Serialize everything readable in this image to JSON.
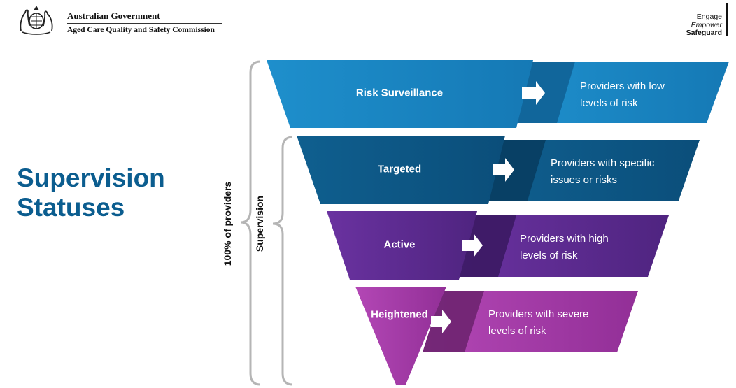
{
  "header": {
    "org_name": "Australian Government",
    "commission": "Aged Care Quality and Safety Commission",
    "logo_icon": "coat-of-arms-icon",
    "tagline": [
      "Engage",
      "Empower",
      "Safeguard"
    ]
  },
  "title_lines": [
    "Supervision",
    "Statuses"
  ],
  "side_labels": {
    "all_providers": "100% of providers",
    "supervision": "Supervision"
  },
  "tiers": [
    {
      "name": "Risk Surveillance",
      "description": "Providers with low levels of risk",
      "color": "#1b8cc9"
    },
    {
      "name": "Targeted",
      "description": "Providers with specific issues or risks",
      "color": "#0d5a88"
    },
    {
      "name": "Active",
      "description": "Providers with high levels of risk",
      "color": "#5e2c8f"
    },
    {
      "name": "Heightened",
      "description": "Providers with severe levels of risk",
      "color": "#a53ea9"
    }
  ]
}
